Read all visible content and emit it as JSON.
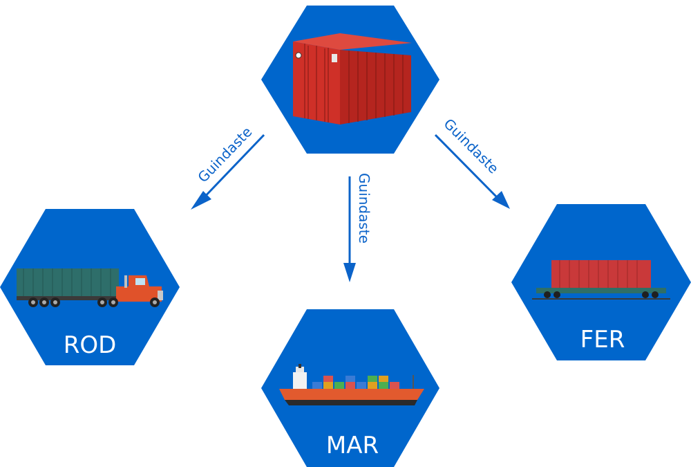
{
  "colors": {
    "hexagon": "#0066cc",
    "arrow": "#0b63c9",
    "label_text": "#ffffff",
    "container_red": "#c8312b",
    "truck_container": "#2e6e6a",
    "truck_cab": "#e0522a",
    "rail_container": "#c9393a",
    "ship_hull": "#e25a2e"
  },
  "nodes": {
    "container": {
      "icon": "shipping-container-icon"
    },
    "road": {
      "label": "ROD",
      "icon": "truck-icon"
    },
    "sea": {
      "label": "MAR",
      "icon": "ship-icon"
    },
    "rail": {
      "label": "FER",
      "icon": "rail-wagon-icon"
    }
  },
  "edges": [
    {
      "from": "container",
      "to": "road",
      "label": "Guindaste"
    },
    {
      "from": "container",
      "to": "sea",
      "label": "Guindaste"
    },
    {
      "from": "container",
      "to": "rail",
      "label": "Guindaste"
    }
  ]
}
